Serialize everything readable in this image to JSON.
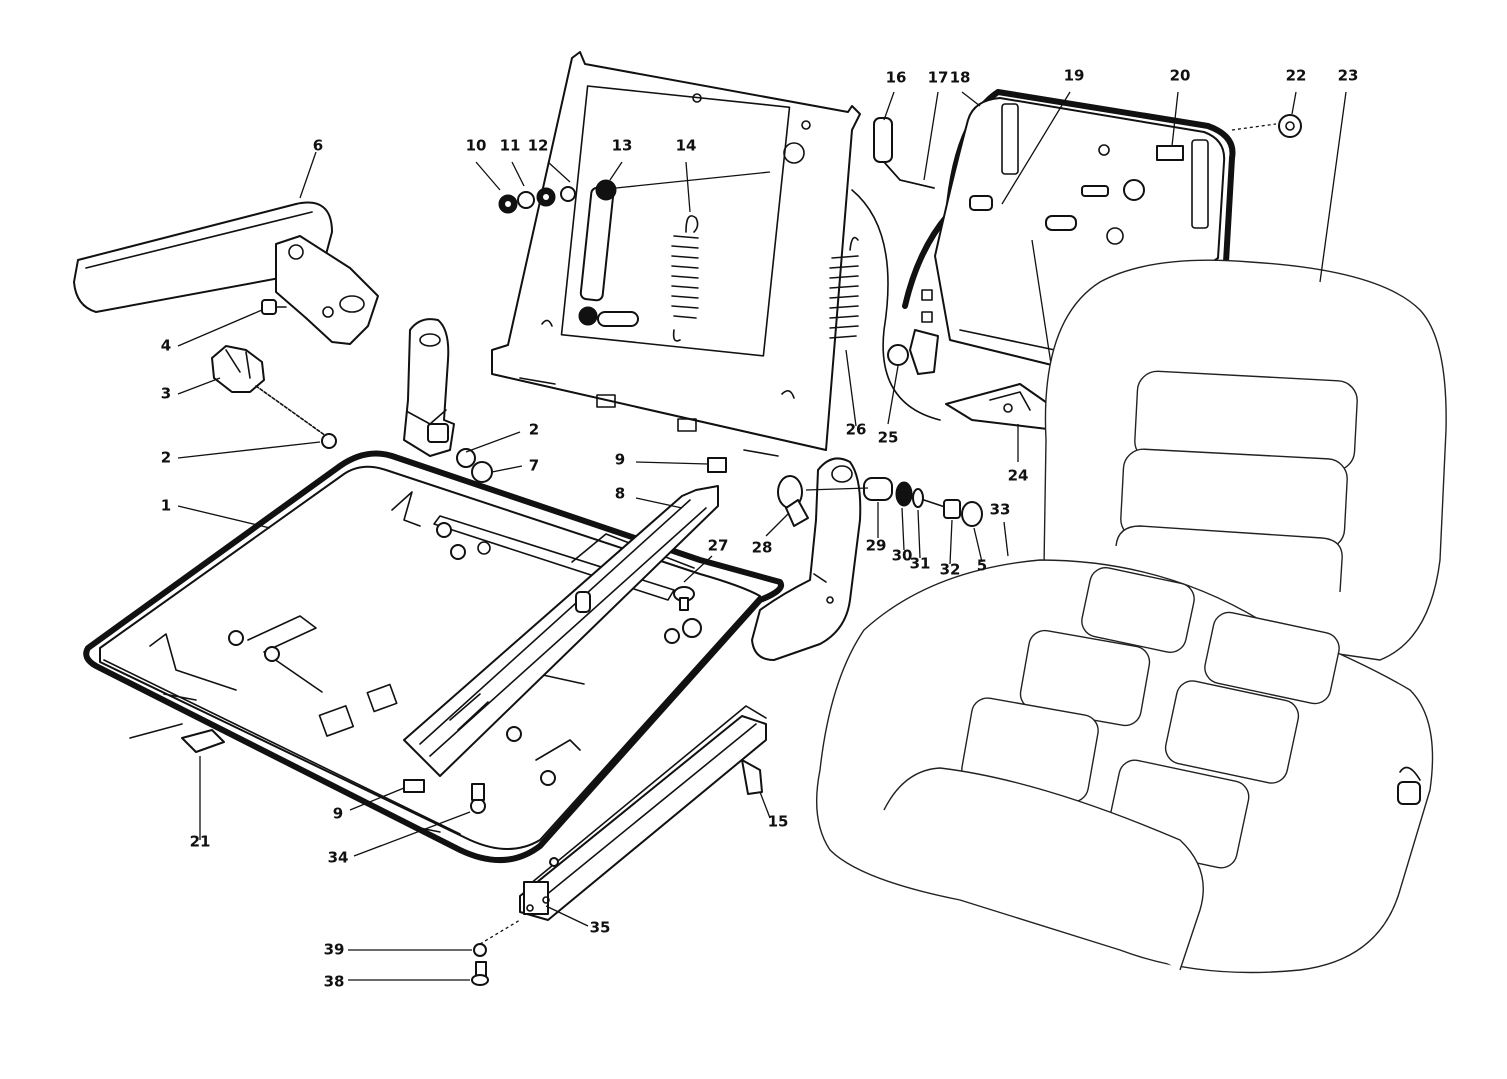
{
  "callouts": {
    "p1": "1",
    "p2a": "2",
    "p2b": "2",
    "p3": "3",
    "p4": "4",
    "p5": "5",
    "p6": "6",
    "p7": "7",
    "p8": "8",
    "p9a": "9",
    "p9b": "9",
    "p10": "10",
    "p11": "11",
    "p12": "12",
    "p13": "13",
    "p14": "14",
    "p15": "15",
    "p16": "16",
    "p17": "17",
    "p18": "18",
    "p19": "19",
    "p20": "20",
    "p21": "21",
    "p22": "22",
    "p23": "23",
    "p24": "24",
    "p25": "25",
    "p26": "26",
    "p27": "27",
    "p28": "28",
    "p29": "29",
    "p30": "30",
    "p31": "31",
    "p32": "32",
    "p33": "33",
    "p34": "34",
    "p35": "35",
    "p38": "38",
    "p39": "39"
  },
  "colors": {
    "line": "#111111",
    "background": "#ffffff"
  }
}
